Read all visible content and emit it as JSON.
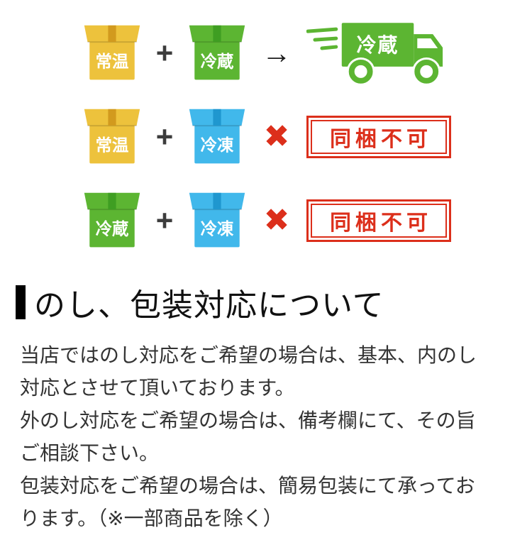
{
  "diagram": {
    "plus_color": "#3c3c3c",
    "arrow_color": "#1a1a1a",
    "stamp_color": "#dc2f1b",
    "truck_color": "#5cb532",
    "rows": [
      {
        "box1": {
          "label": "常温",
          "color": "#edc23c",
          "tape": "#d29a1e"
        },
        "plus": "+",
        "box2": {
          "label": "冷蔵",
          "color": "#5cb532",
          "tape": "#3f9e22"
        },
        "operator": "→",
        "result": {
          "kind": "truck",
          "label": "冷蔵"
        }
      },
      {
        "box1": {
          "label": "常温",
          "color": "#edc23c",
          "tape": "#d29a1e"
        },
        "plus": "+",
        "box2": {
          "label": "冷凍",
          "color": "#41b8eb",
          "tape": "#1f97cf"
        },
        "operator": "✖",
        "result": {
          "kind": "stamp",
          "label": "同梱不可"
        }
      },
      {
        "box1": {
          "label": "冷蔵",
          "color": "#5cb532",
          "tape": "#3f9e22"
        },
        "plus": "+",
        "box2": {
          "label": "冷凍",
          "color": "#41b8eb",
          "tape": "#1f97cf"
        },
        "operator": "✖",
        "result": {
          "kind": "stamp",
          "label": "同梱不可"
        }
      }
    ]
  },
  "section": {
    "title": "のし、包装対応について",
    "paragraphs": [
      "当店ではのし対応をご希望の場合は、基本、内のし対応とさせて頂いております。",
      "外のし対応をご希望の場合は、備考欄にて、その旨ご相談下さい。",
      "包装対応をご希望の場合は、簡易包装にて承っております。（※一部商品を除く）"
    ]
  }
}
